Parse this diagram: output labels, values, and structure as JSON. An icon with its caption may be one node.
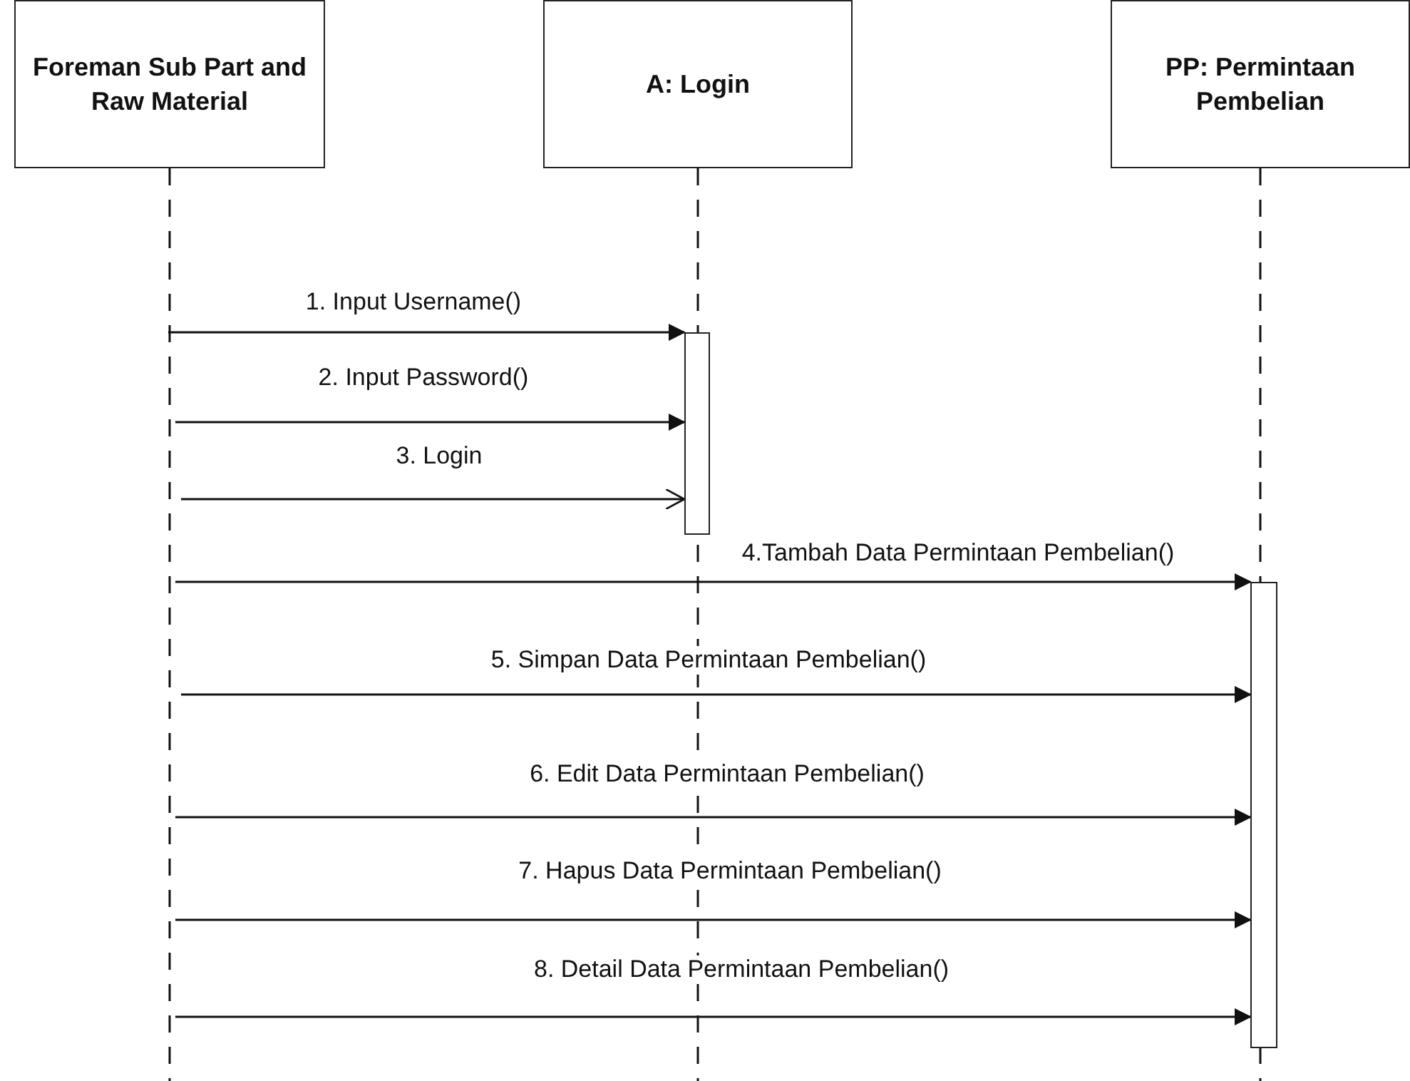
{
  "diagram": {
    "nodes": [
      {
        "text": [
          "Foreman Sub Part and Raw Material"
        ]
      },
      {
        "text": [
          "A: Login"
        ]
      },
      {
        "text": [
          "PP: Permintaan Pembelian"
        ]
      },
      {
        "text": [],
        "shape": "bar"
      },
      {
        "text": [],
        "shape": "bar"
      }
    ],
    "edges": [
      {
        "from": 0,
        "to": null,
        "arrow": "none",
        "style": "dashed"
      },
      {
        "from": 1,
        "to": null,
        "arrow": "none",
        "style": "dashed"
      },
      {
        "from": 2,
        "to": null,
        "arrow": "none",
        "style": "dashed"
      },
      {
        "from": null,
        "to": 3,
        "arrow": "to",
        "label": "1. Input Username()"
      },
      {
        "from": null,
        "to": 3,
        "arrow": "to",
        "label": "2. Input Password()"
      },
      {
        "from": null,
        "to": 3,
        "arrow": "to",
        "label": "3. Login"
      },
      {
        "from": null,
        "to": 4,
        "arrow": "to",
        "label": "4.Tambah Data Permintaan Pembelian()"
      },
      {
        "from": null,
        "to": 4,
        "arrow": "to",
        "label": "5. Simpan Data Permintaan Pembelian()"
      },
      {
        "from": null,
        "to": 4,
        "arrow": "to",
        "label": "6. Edit Data Permintaan Pembelian()"
      },
      {
        "from": null,
        "to": 4,
        "arrow": "to",
        "label": "7. Hapus Data Permintaan Pembelian()"
      },
      {
        "from": null,
        "to": 4,
        "arrow": "to",
        "label": "8. Detail Data Permintaan Pembelian()"
      }
    ]
  }
}
